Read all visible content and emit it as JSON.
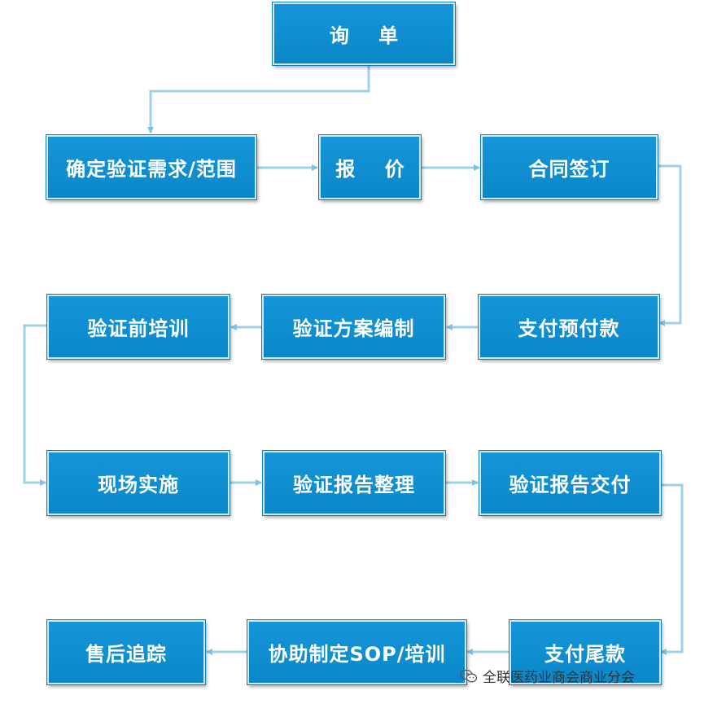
{
  "nodes": {
    "inquiry": "询 单",
    "confirm_requirements": "确定验证需求/范围",
    "quotation": "报 价",
    "contract_signing": "合同签订",
    "prepayment": "支付预付款",
    "protocol_drafting": "验证方案编制",
    "pre_validation_training": "验证前培训",
    "onsite_execution": "现场实施",
    "report_compilation": "验证报告整理",
    "report_delivery": "验证报告交付",
    "final_payment": "支付尾款",
    "sop_assistance": "协助制定SOP/培训",
    "after_sales": "售后追踪"
  },
  "watermark": {
    "icon": "wechat-icon",
    "text": "全联医药业商会商业分会"
  },
  "colors": {
    "box_fill": "#0a8fd2",
    "box_border": "#cfe6f3",
    "connector": "#9ed0ea"
  }
}
